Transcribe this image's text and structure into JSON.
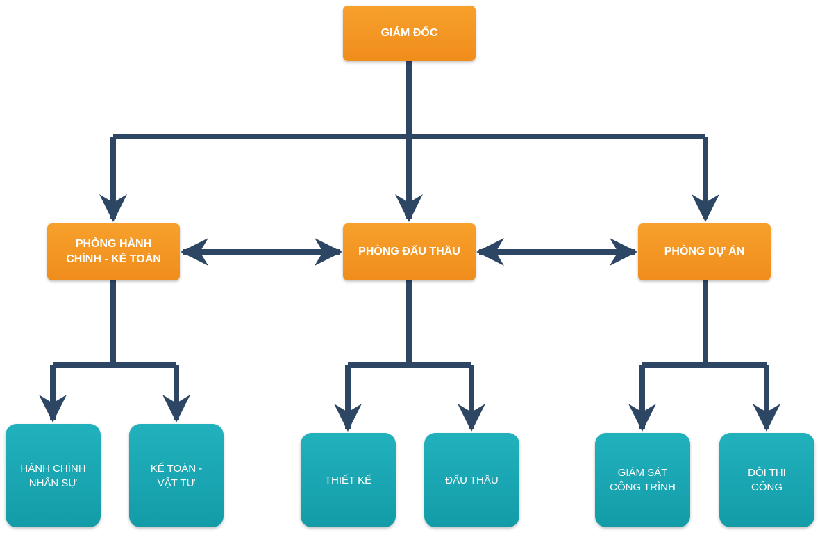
{
  "org_chart": {
    "root": {
      "label": "GIÁM ĐỐC"
    },
    "departments": [
      {
        "label": "PHÒNG HÀNH CHÍNH - KẾ TOÁN",
        "units": [
          "HÀNH CHÍNH NHÂN SỰ",
          "KẾ TOÁN - VẬT TƯ"
        ]
      },
      {
        "label": "PHÒNG ĐẤU THẦU",
        "units": [
          "THIẾT KẾ",
          "ĐẤU THẦU"
        ]
      },
      {
        "label": "PHÒNG DỰ ÁN",
        "units": [
          "GIÁM SÁT CÔNG TRÌNH",
          "ĐỘI THI CÔNG"
        ]
      }
    ]
  },
  "colors": {
    "department_box": "#f39322",
    "unit_box": "#1aa7b3",
    "connector": "#2d4664"
  }
}
